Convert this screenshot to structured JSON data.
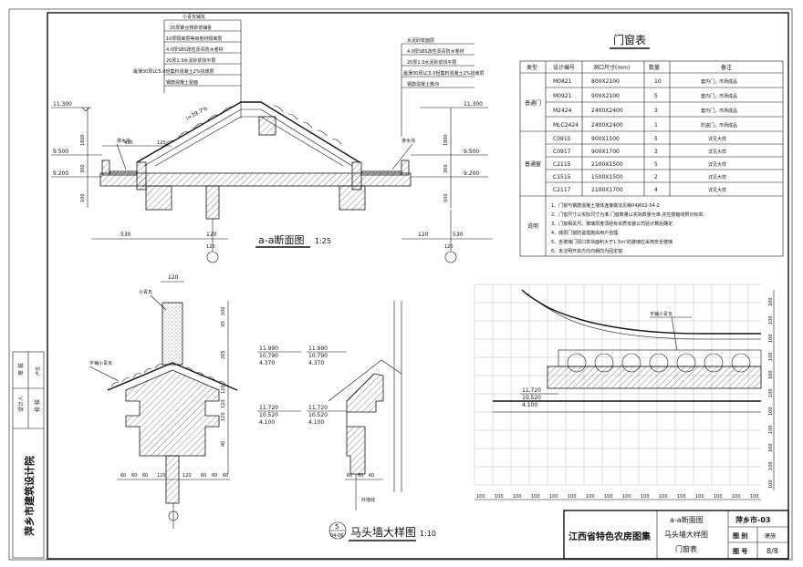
{
  "institute": {
    "name": "萍乡市建筑设计院"
  },
  "signatures": {
    "designer_label": "设计人",
    "checker_label": "校 核",
    "reviewer_label": "审 核",
    "reviewer_name": "卢吉"
  },
  "title_block": {
    "atlas": "江西省特色农房图集",
    "drawing_name_1": "a-a断面图",
    "drawing_name_2": "马头墙大样图",
    "drawing_name_3": "门窗表",
    "code": "萍乡市-03",
    "category_label": "图 别",
    "category_value": "建施",
    "number_label": "图 号",
    "number_value": "8/8"
  },
  "section": {
    "title": "a-a断面图",
    "scale": "1:25",
    "layers_left": [
      "小青瓦铺瓦",
      "20厚聚合物砂浆铺卧",
      "10厚隔离层等级卷材隔离层",
      "4.0厚SBS改性沥青防水卷材",
      "20厚1:3水泥砂浆找平层",
      "最薄30厚LC5.0轻集料混凝土2%找坡层",
      "钢筋混凝土屋面"
    ],
    "layers_right": [
      "水泥砂浆面层",
      "4.0厚SBS改性沥青防水卷材",
      "20厚1:3水泥砂浆找平层",
      "最薄30厚LC5.0轻集料混凝土2%找坡层",
      "钢筋混凝土檐沟"
    ],
    "slope": "i=39.7%",
    "gutter_label": "排水沟",
    "elev_11300": "11.300",
    "elev_9500": "9.500",
    "elev_9200": "9.200",
    "dims_left": [
      "430",
      "120",
      "530",
      "120"
    ],
    "dims_right": [
      "530",
      "120"
    ],
    "dims_vert": [
      "1800",
      "300",
      "100"
    ],
    "axis_label": "120"
  },
  "horsehead": {
    "title": "马头墙大样图",
    "scale": "1:10",
    "callout_num": "5",
    "callout_ref": "04-06",
    "tile_label": "小青瓦",
    "flat_tile_label": "平铺小青瓦",
    "elevs_a": [
      "11.990",
      "10.790",
      "4.370"
    ],
    "elevs_b": [
      "11.720",
      "10.520",
      "4.100"
    ],
    "vert_dims": [
      "65",
      "100",
      "265",
      "120",
      "120",
      "120",
      "40"
    ],
    "bottom_dims": [
      "60",
      "60",
      "60",
      "120",
      "120",
      "60",
      "60",
      "60"
    ],
    "profile_bottom": [
      "60",
      "60",
      "60"
    ],
    "top_dim": "120",
    "wall_line": "外墙线"
  },
  "grid_detail": {
    "label": "平铺小青瓦",
    "elevs": [
      "11.720",
      "10.520",
      "4.100"
    ],
    "bottom_dims": [
      "100",
      "100",
      "100",
      "100",
      "100",
      "100",
      "100",
      "100",
      "100",
      "100",
      "100",
      "100",
      "100",
      "100",
      "100",
      "100"
    ],
    "right_dims": [
      "100",
      "100",
      "100",
      "100",
      "100",
      "100",
      "100",
      "100",
      "100",
      "100",
      "100"
    ]
  },
  "door_table": {
    "title": "门窗表",
    "headers": [
      "类型",
      "设计编号",
      "洞口尺寸(mm)",
      "数量",
      "备注"
    ],
    "door_type": "普通门",
    "doors": [
      {
        "code": "M0821",
        "size": "800X2100",
        "qty": "10",
        "note": "套内门，市场成品"
      },
      {
        "code": "M0921",
        "size": "900X2100",
        "qty": "5",
        "note": "套内门，市场成品"
      },
      {
        "code": "M2424",
        "size": "2400X2400",
        "qty": "3",
        "note": "套内门，市场成品"
      },
      {
        "code": "MLC2424",
        "size": "2400X2400",
        "qty": "1",
        "note": "防盗门，市场成品"
      }
    ],
    "window_type": "普通窗",
    "windows": [
      {
        "code": "C0915",
        "size": "900X1500",
        "qty": "5",
        "note": "详见大样"
      },
      {
        "code": "C0917",
        "size": "900X1700",
        "qty": "3",
        "note": "详见大样"
      },
      {
        "code": "C2115",
        "size": "2100X1500",
        "qty": "5",
        "note": "详见大样"
      },
      {
        "code": "C1515",
        "size": "1500X1500",
        "qty": "2",
        "note": "详见大样"
      },
      {
        "code": "C2117",
        "size": "2100X1700",
        "qty": "4",
        "note": "详见大样"
      }
    ],
    "notes_label": "说明",
    "notes": [
      "1、门窗与钢筋混凝土墙体连接做法见赣04J602-54-2",
      "2、门窗尺寸以实际尺寸为准,门窗数量以实际数量为准,并应按轴线照示标高.",
      "3、门窗相关尺、玻璃厚度须经有资质安装公司验计算后确定.",
      "4、底层门窗防盗措施由用户自理.",
      "5、含玻璃门洞口单块面积大于1.5m²的玻璃应采用安全玻璃",
      "6、未注明开启方向均朝向为固定窗."
    ]
  }
}
